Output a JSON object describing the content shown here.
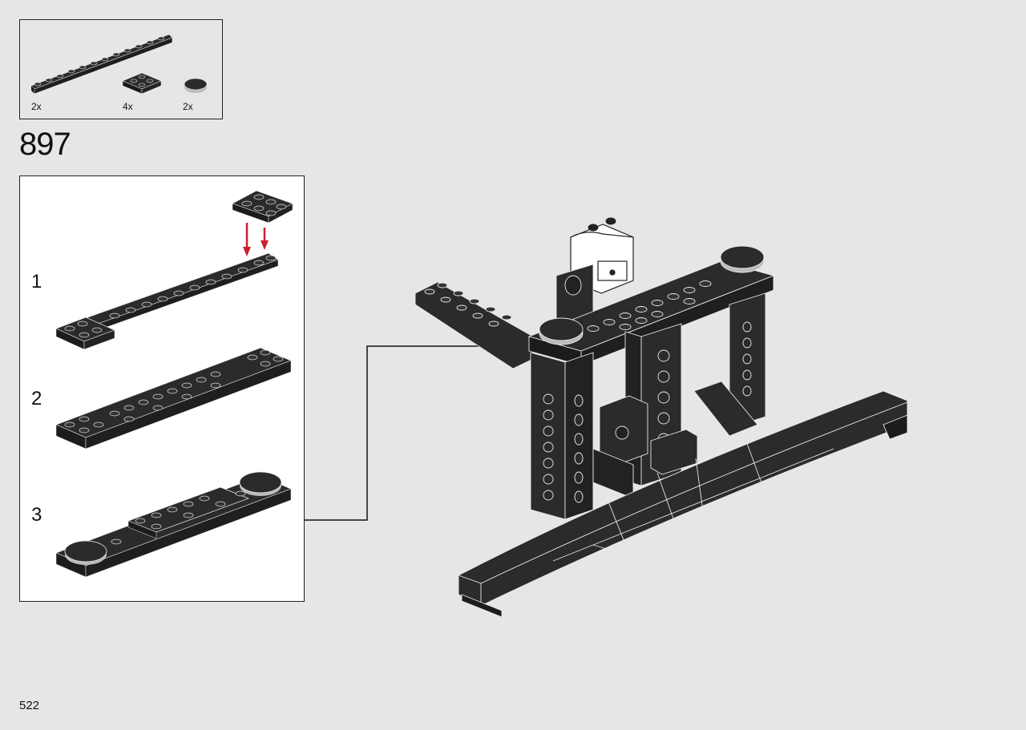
{
  "parts": [
    {
      "icon": "long-plate-icon",
      "qty": "2x"
    },
    {
      "icon": "square-plate-icon",
      "qty": "4x"
    },
    {
      "icon": "round-tile-icon",
      "qty": "2x"
    }
  ],
  "step_number": "897",
  "substeps": [
    {
      "number": "1"
    },
    {
      "number": "2"
    },
    {
      "number": "3"
    }
  ],
  "page_number": "522",
  "colors": {
    "brick": "#2b2b2b",
    "brick_stroke": "#e8e8e8",
    "arrow": "#cc1f2d",
    "background": "#e6e6e6"
  }
}
